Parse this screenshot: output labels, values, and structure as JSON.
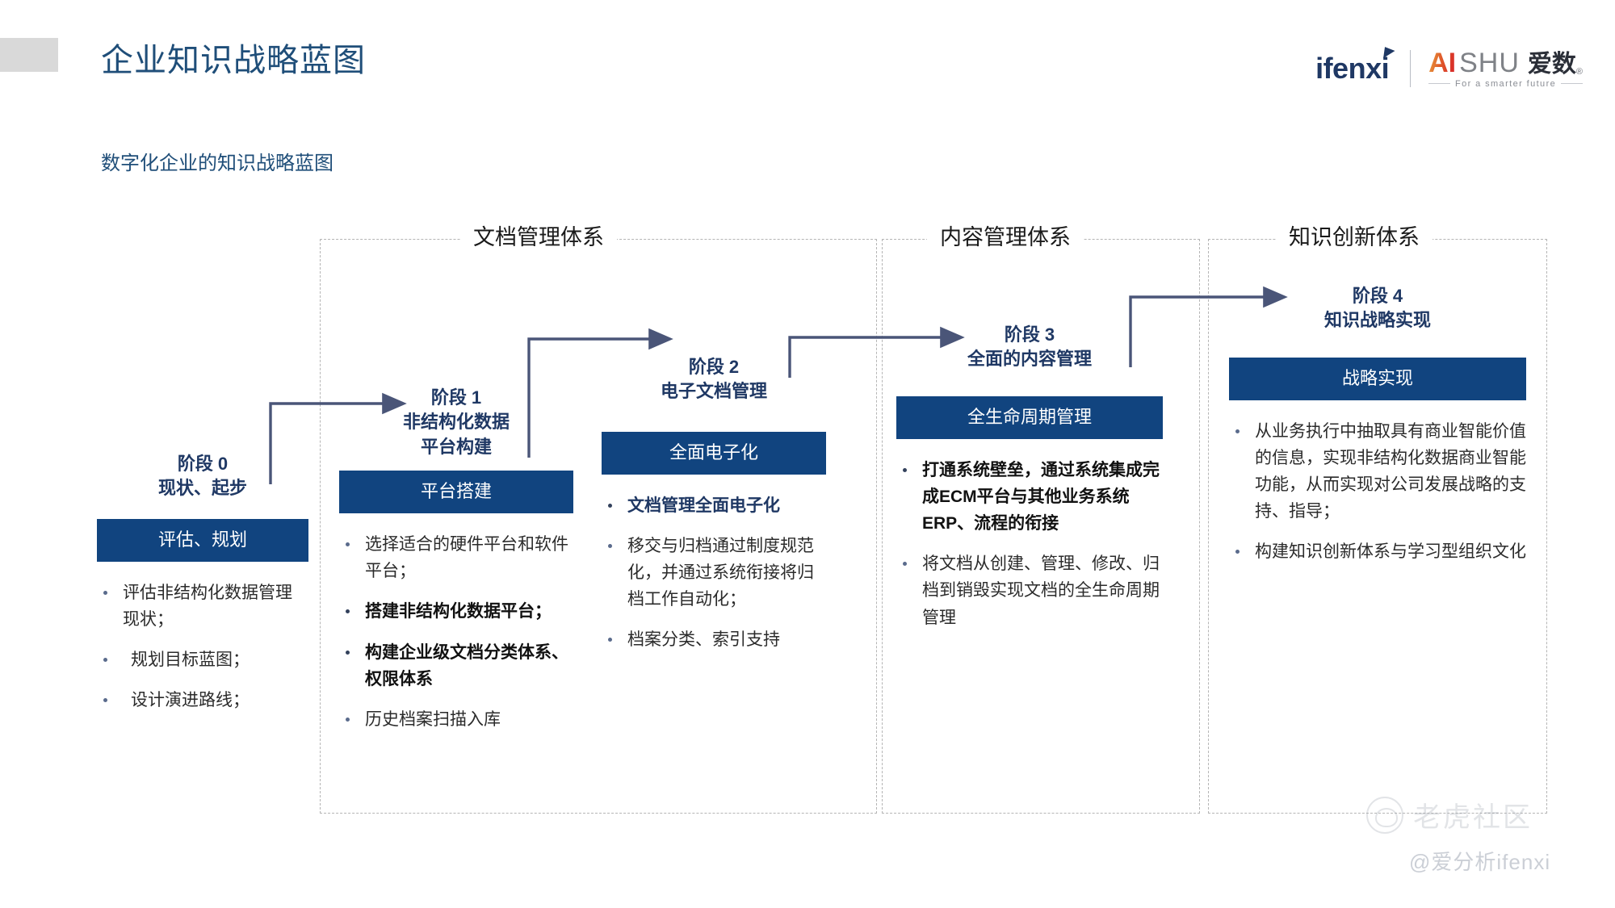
{
  "header": {
    "title": "企业知识战略蓝图",
    "subtitle": "数字化企业的知识战略蓝图",
    "logo": {
      "primary": "ifenxi",
      "secondary_ai": "AI",
      "secondary_shu": "SHU",
      "secondary_cn": "爱数",
      "registered": "®",
      "tagline": "For a smarter future"
    }
  },
  "groups": [
    {
      "label": "文档管理体系"
    },
    {
      "label": "内容管理体系"
    },
    {
      "label": "知识创新体系"
    }
  ],
  "stages": [
    {
      "stage_label": "阶段 0",
      "stage_name": "现状、起步",
      "chip": "评估、规划",
      "bullets": [
        {
          "text": "评估非结构化数据管理现状；",
          "bold": false
        },
        {
          "text": "规划目标蓝图；",
          "bold": false
        },
        {
          "text": "设计演进路线；",
          "bold": false
        }
      ]
    },
    {
      "stage_label": "阶段 1",
      "stage_name": "非结构化数据\n平台构建",
      "stage_name_line1": "非结构化数据",
      "stage_name_line2": "平台构建",
      "chip": "平台搭建",
      "bullets": [
        {
          "text": "选择适合的硬件平台和软件平台；",
          "bold": false
        },
        {
          "text": "搭建非结构化数据平台；",
          "bold": true
        },
        {
          "text": "构建企业级文档分类体系、权限体系",
          "bold": true
        },
        {
          "text": "历史档案扫描入库",
          "bold": false
        }
      ]
    },
    {
      "stage_label": "阶段 2",
      "stage_name": "电子文档管理",
      "chip": "全面电子化",
      "bullets": [
        {
          "text": "文档管理全面电子化",
          "bold": true,
          "blue": true
        },
        {
          "text": "移交与归档通过制度规范化，并通过系统衔接将归档工作自动化；",
          "bold": false
        },
        {
          "text": "档案分类、索引支持",
          "bold": false
        }
      ]
    },
    {
      "stage_label": "阶段 3",
      "stage_name": "全面的内容管理",
      "chip": "全生命周期管理",
      "bullets": [
        {
          "text": "打通系统壁垒，通过系统集成完成ECM平台与其他业务系统ERP、流程的衔接",
          "bold": true
        },
        {
          "text": "将文档从创建、管理、修改、归档到销毁实现文档的全生命周期管理",
          "bold": false
        }
      ]
    },
    {
      "stage_label": "阶段 4",
      "stage_name": "知识战略实现",
      "chip": "战略实现",
      "bullets": [
        {
          "text": "从业务执行中抽取具有商业智能价值的信息，实现非结构化数据商业智能功能，从而实现对公司发展战略的支持、指导；",
          "bold": false
        },
        {
          "text": "构建知识创新体系与学习型组织文化",
          "bold": false
        }
      ]
    }
  ],
  "watermark": {
    "community": "老虎社区",
    "handle": "@爱分析ifenxi"
  },
  "colors": {
    "title_blue": "#1f4e79",
    "chip_blue": "#11447f",
    "stage_blue": "#1f3864",
    "dashed_gray": "#b5b5b5",
    "accent_gray": "#d9d9d9",
    "arrow": "#4a5578"
  }
}
